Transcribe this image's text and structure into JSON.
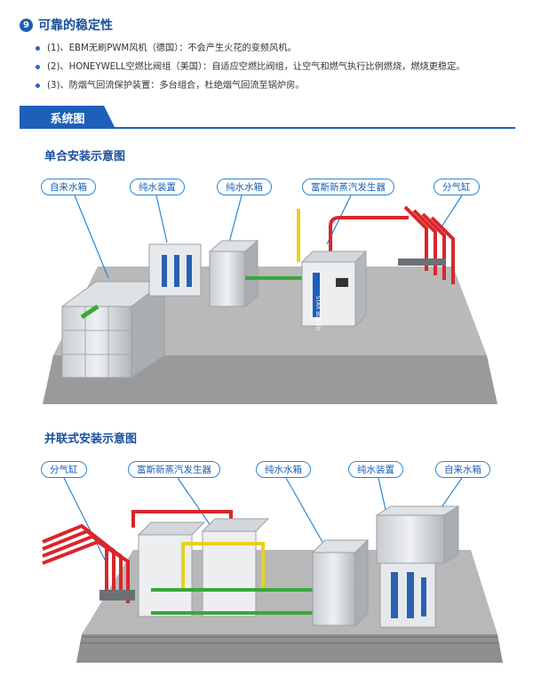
{
  "section": {
    "number": "9",
    "title": "可靠的稳定性",
    "bullets": [
      "(1)、EBM无刷PWM风机（德国）：不会产生火花的变频风机。",
      "(2)、HONEYWELL空燃比阀组（美国）：自适应空燃比阀组，让空气和燃气执行比例燃烧，燃烧更稳定。",
      "(3)、防烟气回流保护装置：多台组合，杜绝烟气回流至锅炉房。"
    ]
  },
  "banner": {
    "label": "系统图"
  },
  "diagram1": {
    "title": "单合安装示意图",
    "callouts": [
      "自来水箱",
      "纯水装置",
      "纯水水箱",
      "富斯新蒸汽发生器",
      "分气缸"
    ],
    "machine_brand": "STAR BOILER"
  },
  "diagram2": {
    "title": "并联式安装示意图",
    "callouts": [
      "分气缸",
      "富斯新蒸汽发生器",
      "纯水水箱",
      "纯水装置",
      "自来水箱"
    ]
  },
  "colors": {
    "accent": "#1e5fba",
    "steam_pipe": "#d9262c",
    "water_pipe": "#3aa63a",
    "gas_pipe": "#e6d21e",
    "floor": "#8f8f8f"
  }
}
